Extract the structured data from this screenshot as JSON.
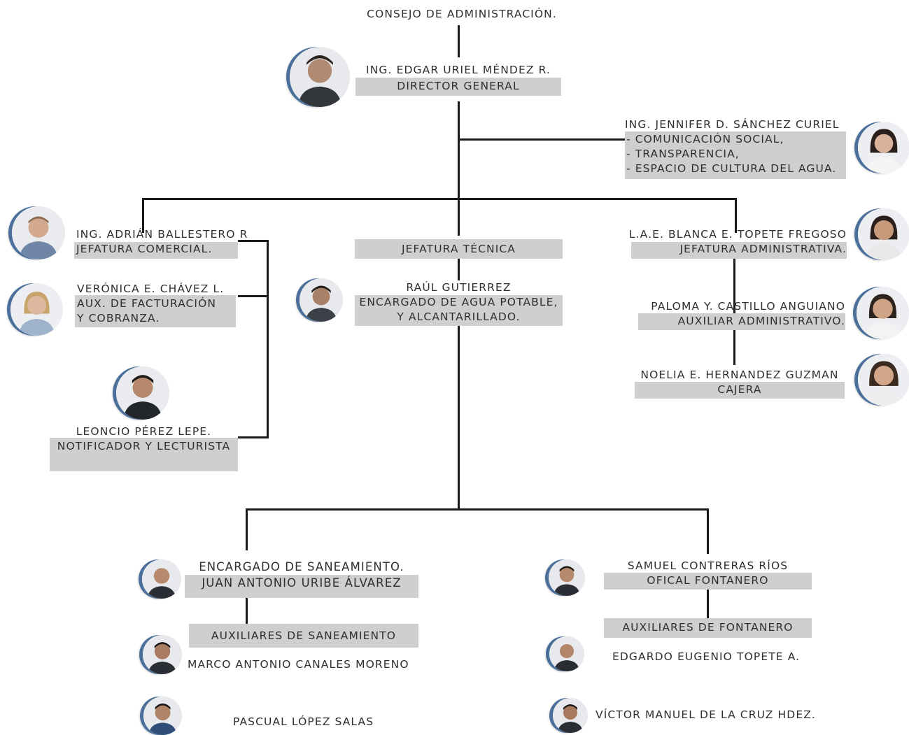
{
  "board": "CONSEJO DE ADMINISTRACIÓN.",
  "director": {
    "name": "ING. EDGAR URIEL MÉNDEZ R.",
    "role": "DIRECTOR GENERAL"
  },
  "staff": {
    "name": "ING. JENNIFER D. SÁNCHEZ CURIEL",
    "duties": [
      "- COMUNICACIÓN SOCIAL,",
      "- TRANSPARENCIA,",
      "- ESPACIO DE CULTURA DEL AGUA."
    ]
  },
  "comercial": {
    "head": {
      "name": "ING. ADRIÁN BALLESTERO R",
      "role": "JEFATURA COMERCIAL."
    },
    "aux": {
      "name": "VERÓNICA E. CHÁVEZ L.",
      "role1": "AUX. DE FACTURACIÓN",
      "role2": "Y COBRANZA."
    },
    "notifier": {
      "name": "LEONCIO PÉREZ LEPE.",
      "role": "NOTIFICADOR Y LECTURISTA"
    }
  },
  "tecnica": {
    "title": "JEFATURA TÉCNICA",
    "head": {
      "name": "RAÚL GUTIERREZ",
      "role1": "ENCARGADO DE AGUA POTABLE,",
      "role2": "Y ALCANTARILLADO."
    }
  },
  "administrativa": {
    "head": {
      "name": "L.A.E. BLANCA E. TOPETE FREGOSO",
      "role": "JEFATURA ADMINISTRATIVA."
    },
    "aux": {
      "name": "PALOMA Y. CASTILLO ANGUIANO",
      "role": "AUXILIAR ADMINISTRATIVO."
    },
    "cashier": {
      "name": "NOELIA E. HERNANDEZ GUZMAN",
      "role": "CAJERA"
    }
  },
  "saneamiento": {
    "head_role": "ENCARGADO DE SANEAMIENTO.",
    "head_name": "JUAN ANTONIO URIBE ÁLVAREZ",
    "aux_title": "AUXILIARES DE SANEAMIENTO",
    "aux1": "MARCO ANTONIO CANALES MORENO",
    "aux2": "PASCUAL LÓPEZ SALAS"
  },
  "fontaneria": {
    "head_name": "SAMUEL CONTRERAS RÍOS",
    "head_role": "OFICAL FONTANERO",
    "aux_title": "AUXILIARES DE FONTANERO",
    "aux1": "EDGARDO EUGENIO TOPETE A.",
    "aux2": "VÍCTOR MANUEL DE LA CRUZ HDEZ."
  },
  "colors": {
    "line": "#1a1a1a",
    "band": "#cfcfcf",
    "text": "#2f2f2f",
    "accent": "#4a6f9a"
  }
}
